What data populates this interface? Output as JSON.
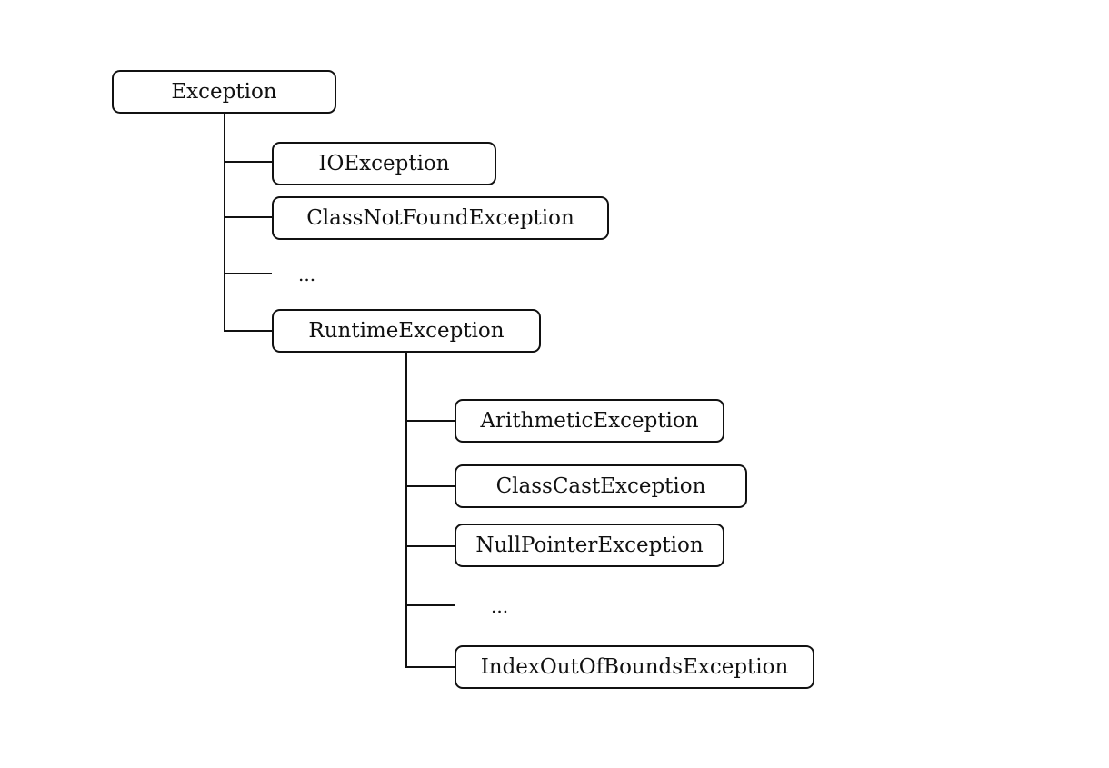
{
  "diagram": {
    "root": "Exception",
    "children": [
      "IOException",
      "ClassNotFoundException",
      "...",
      "RuntimeException"
    ],
    "runtime_children": [
      "ArithmeticException",
      "ClassCastException",
      "NullPointerException",
      "...",
      "IndexOutOfBoundsException"
    ]
  },
  "colors": {
    "stroke": "#111111",
    "background": "#ffffff"
  }
}
